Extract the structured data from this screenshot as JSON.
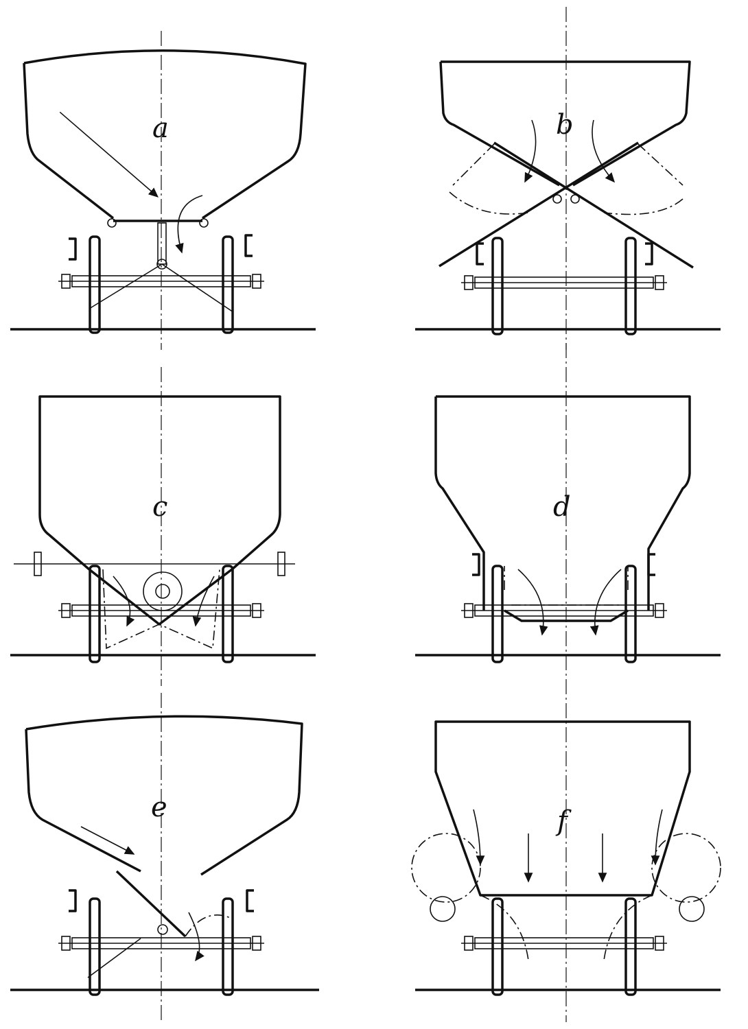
{
  "figure": {
    "panels": [
      {
        "id": "a",
        "label": "a"
      },
      {
        "id": "b",
        "label": "b"
      },
      {
        "id": "c",
        "label": "c"
      },
      {
        "id": "d",
        "label": "d"
      },
      {
        "id": "e",
        "label": "e"
      },
      {
        "id": "f",
        "label": "f"
      }
    ]
  },
  "colors": {
    "ink": "#111111",
    "paper": "#ffffff"
  }
}
